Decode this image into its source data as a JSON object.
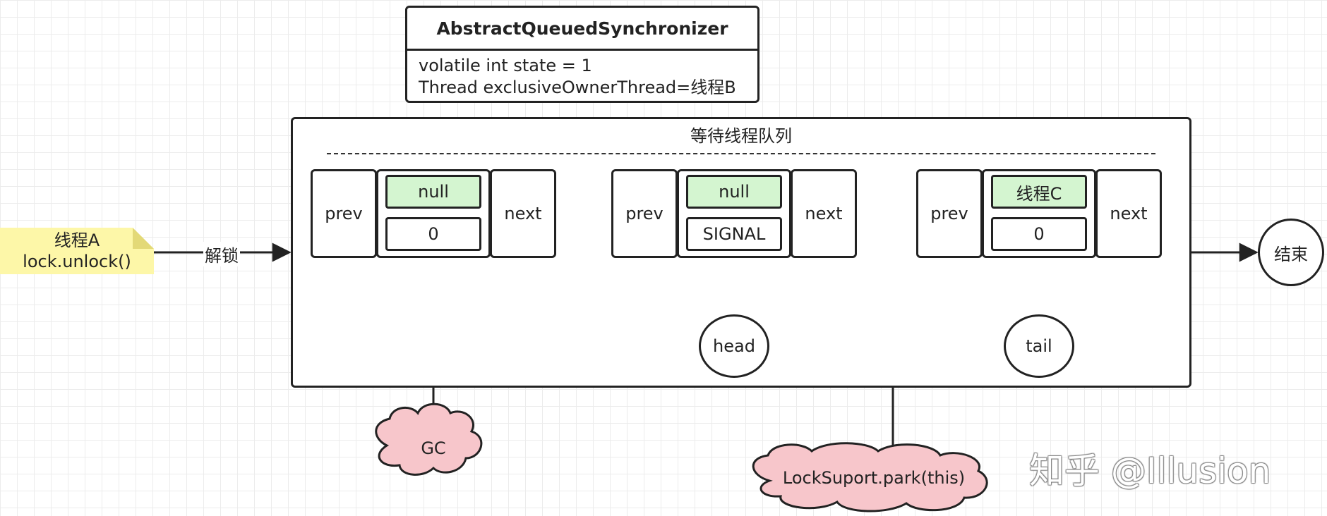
{
  "aqs": {
    "title": "AbstractQueuedSynchronizer",
    "state_field": "volatile int state = 1",
    "owner_field": "Thread exclusiveOwnerThread=线程B"
  },
  "queue": {
    "title": "等待线程队列",
    "nodes": [
      {
        "prev": "prev",
        "thread": "null",
        "status": "0",
        "next": "next"
      },
      {
        "prev": "prev",
        "thread": "null",
        "status": "SIGNAL",
        "next": "next"
      },
      {
        "prev": "prev",
        "thread": "线程C",
        "status": "0",
        "next": "next"
      }
    ],
    "head_label": "head",
    "tail_label": "tail"
  },
  "note": {
    "line1": "线程A",
    "line2": "lock.unlock()"
  },
  "edge_label": "解锁",
  "end_label": "结束",
  "clouds": {
    "gc": "GC",
    "park": "LockSuport.park(this)"
  },
  "watermark": "知乎 @Illusion",
  "colors": {
    "thread_cell": "#d4f5d0",
    "note": "#fdf7a8",
    "cloud": "#f7c6cb",
    "stroke": "#222222"
  }
}
